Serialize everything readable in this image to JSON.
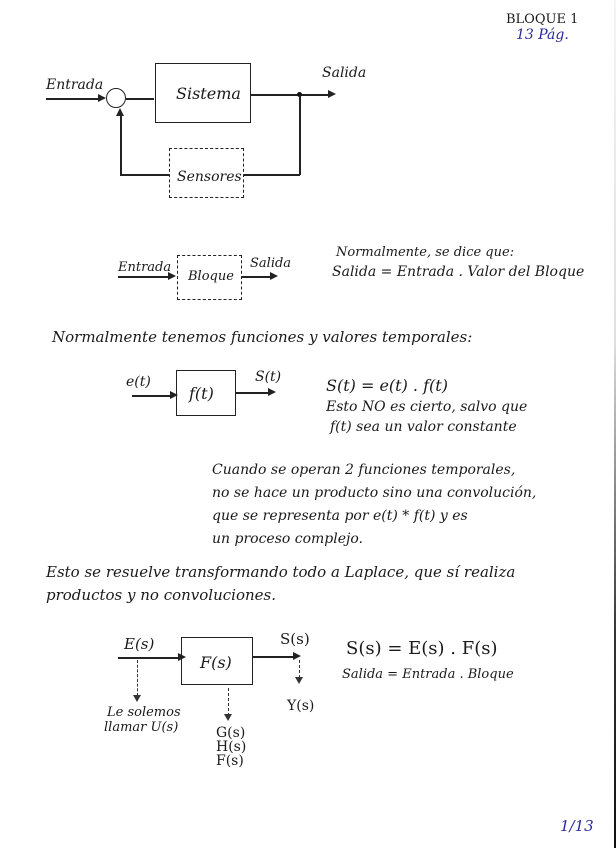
{
  "header": {
    "block": "BLOQUE 1",
    "pages": "13 Pág."
  },
  "diagram1": {
    "input_label": "Entrada",
    "system_label": "Sistema",
    "output_label": "Salida",
    "sensor_label": "Sensores"
  },
  "diagram2": {
    "input_label": "Entrada",
    "block_label": "Bloque",
    "output_label": "Salida",
    "note_line1": "Normalmente, se dice que:",
    "note_line2": "Salida = Entrada . Valor del Bloque"
  },
  "section1": {
    "heading": "Normalmente tenemos funciones y valores temporales:"
  },
  "diagram3": {
    "input_label": "e(t)",
    "block_label": "f(t)",
    "output_label": "S(t)",
    "equation": "S(t) = e(t) . f(t)",
    "note_line1": "Esto NO es cierto, salvo que",
    "note_line2": "f(t) sea un valor constante"
  },
  "convolution_note": {
    "line1": "Cuando se operan 2 funciones temporales,",
    "line2": "no se hace un producto sino una convolución,",
    "line3": "que se representa por e(t) * f(t) y es",
    "line4": "un proceso complejo."
  },
  "laplace_note": {
    "line1": "Esto se resuelve transformando todo a Laplace, que sí realiza",
    "line2": "productos y no convoluciones."
  },
  "diagram4": {
    "input_label": "E(s)",
    "block_label": "F(s)",
    "output_label": "S(s)",
    "input_alias_line1": "Le solemos",
    "input_alias_line2": "llamar U(s)",
    "block_alias_1": "G(s)",
    "block_alias_2": "H(s)",
    "block_alias_3": "F(s)",
    "output_alias": "Y(s)",
    "equation": "S(s) = E(s) . F(s)",
    "equation_words": "Salida = Entrada . Bloque"
  },
  "footer": {
    "page_number": "1/13"
  },
  "colors": {
    "ink_black": "#1a1a1a",
    "ink_blue": "#2a2a9a",
    "paper": "#ffffff"
  }
}
